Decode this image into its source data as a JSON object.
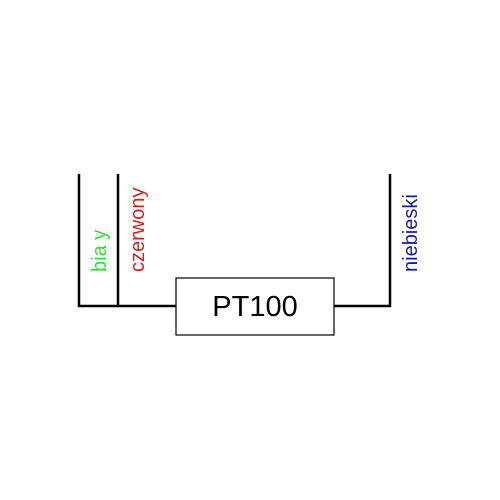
{
  "diagram": {
    "component": {
      "label": "PT100"
    },
    "wires": [
      {
        "id": "white",
        "label": "bia y",
        "color": "#33dd33"
      },
      {
        "id": "red",
        "label": "czerwony",
        "color": "#cc2222"
      },
      {
        "id": "blue",
        "label": "niebieski",
        "color": "#1a1a99"
      }
    ]
  }
}
